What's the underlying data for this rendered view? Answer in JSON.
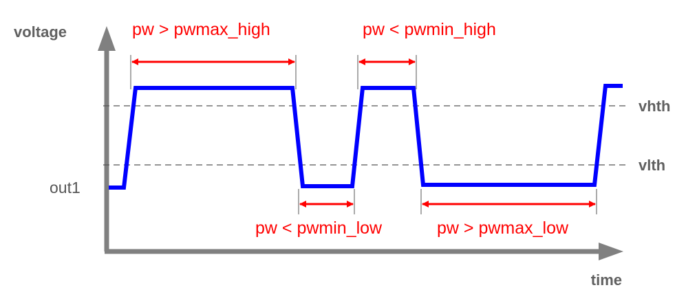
{
  "axes": {
    "y_label": "voltage",
    "x_label": "time"
  },
  "levels": {
    "low_label": "out1"
  },
  "thresholds": {
    "high": "vhth",
    "low": "vlth"
  },
  "annotations": {
    "pw_max_high": "pw > pwmax_high",
    "pw_min_high": "pw < pwmin_high",
    "pw_min_low": "pw < pwmin_low",
    "pw_max_low": "pw > pwmax_low"
  },
  "colors": {
    "axis": "#808080",
    "waveform": "#0000ff",
    "annotation": "#ff0000",
    "threshold_line": "#555555",
    "text": "#606060"
  }
}
